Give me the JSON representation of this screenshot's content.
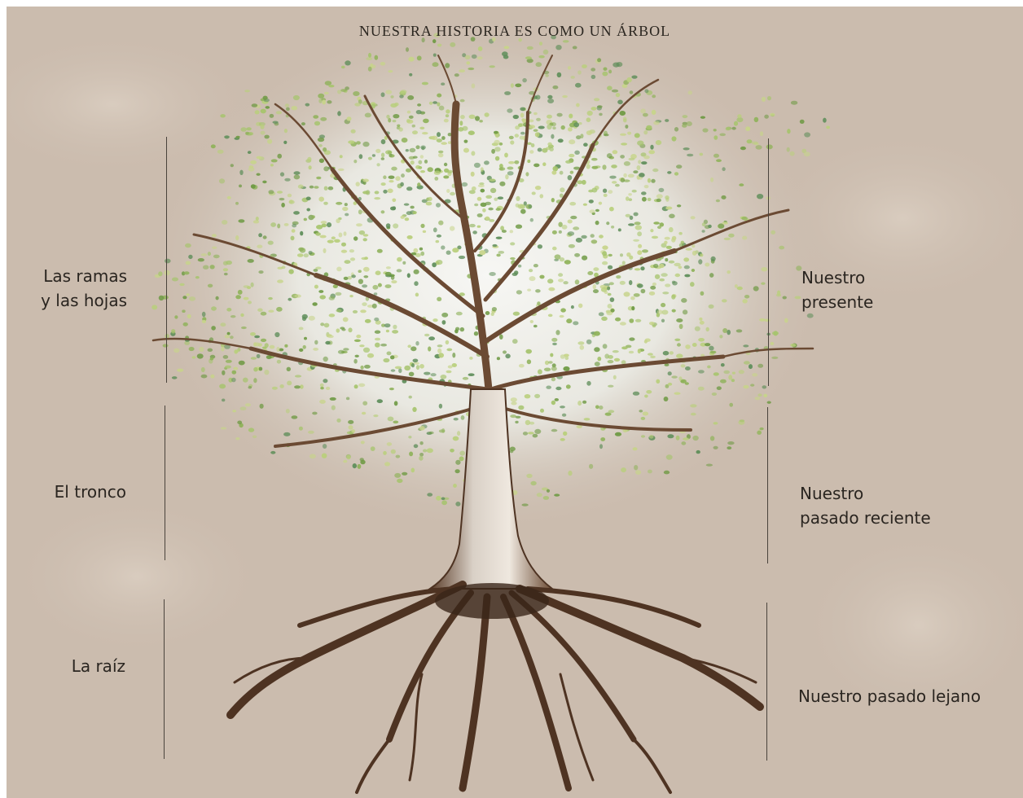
{
  "title": "NUESTRA HISTORIA ES COMO UN ÁRBOL",
  "sections": [
    {
      "part": "Las ramas\ny las hojas",
      "meaning": "Nuestro\npresente"
    },
    {
      "part": "El tronco",
      "meaning": "Nuestro\npasado reciente"
    },
    {
      "part": "La raíz",
      "meaning": "Nuestro pasado lejano"
    }
  ],
  "colors": {
    "background": "#cbbcae",
    "trunk": "#6b4a33",
    "roots": "#4e3322",
    "leaves": "#8fb25a",
    "text": "#2a2520"
  }
}
